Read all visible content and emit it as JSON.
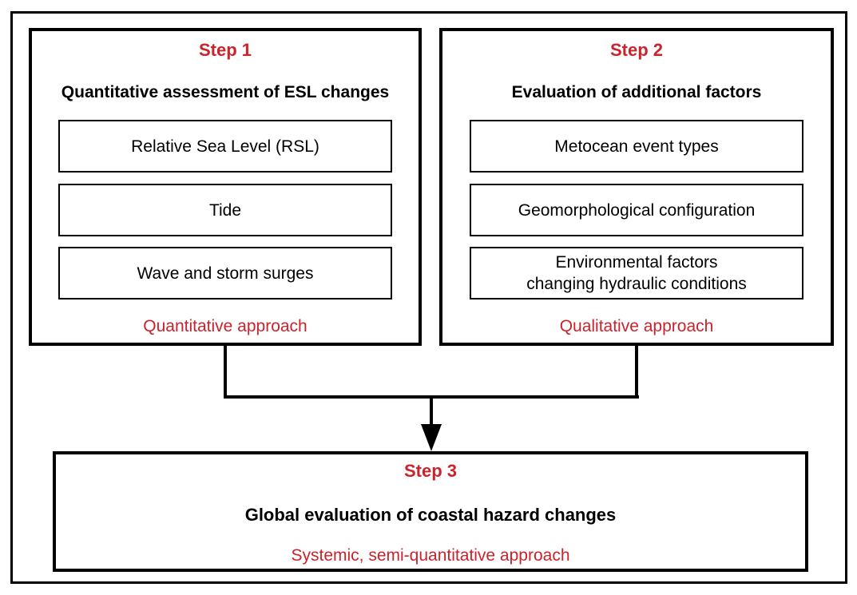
{
  "figure": {
    "background": "#FFFFFF",
    "border_color": "#000000",
    "accent_red": "#C9232C"
  },
  "steps": [
    {
      "label": "Step 1",
      "title": "Quantitative assessment of ESL changes",
      "items": [
        "Relative Sea Level (RSL)",
        "Tide",
        "Wave and storm surges"
      ],
      "approach": "Quantitative approach"
    },
    {
      "label": "Step 2",
      "title": "Evaluation of additional factors",
      "items": [
        "Metocean event types",
        "Geomorphological configuration",
        "Environmental factors\nchanging hydraulic conditions"
      ],
      "approach": "Qualitative approach"
    },
    {
      "label": "Step 3",
      "title": "Global evaluation of coastal hazard changes",
      "approach": "Systemic, semi-quantitative approach"
    }
  ]
}
